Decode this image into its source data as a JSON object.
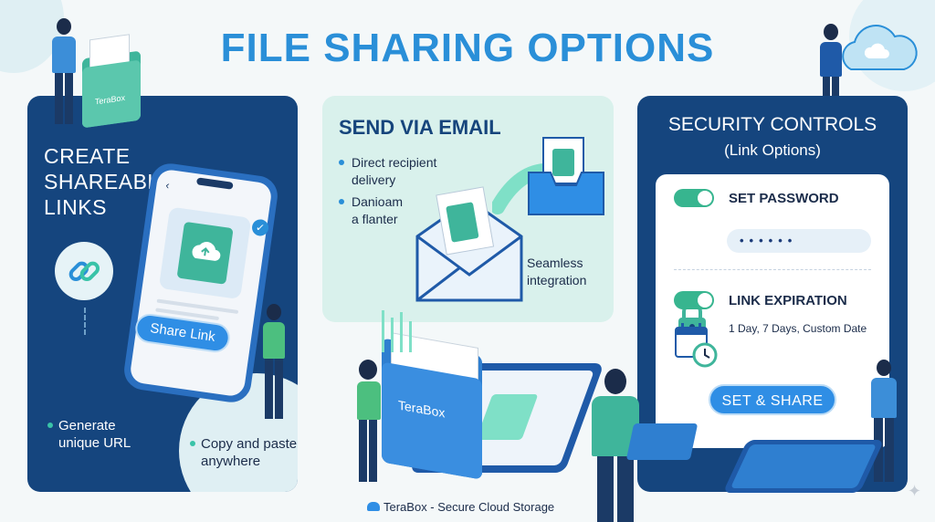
{
  "title": "FILE SHARING OPTIONS",
  "left_card": {
    "heading_line1": "CREATE",
    "heading_line2": "SHAREABLE",
    "heading_line3": "LINKS",
    "share_button": "Share Link",
    "bullet1_line1": "Generate",
    "bullet1_line2": "unique URL",
    "bullet2_line1": "Copy and paste",
    "bullet2_line2": "anywhere"
  },
  "middle_card": {
    "heading": "SEND VIA EMAIL",
    "bullet1_line1": "Direct recipient",
    "bullet1_line2": "delivery",
    "bullet2_line1": "Danioam",
    "bullet2_line2": "a flanter",
    "bullet3_line1": "Seamless",
    "bullet3_line2": "integration"
  },
  "right_card": {
    "heading": "SECURITY CONTROLS",
    "subheading": "(Link Options)",
    "password_label": "SET PASSWORD",
    "password_value": "••••••",
    "expiration_label": "LINK EXPIRATION",
    "expiration_options": "1 Day, 7 Days, Custom Date",
    "share_button": "SET & SHARE"
  },
  "folder_brand": "TeraBox",
  "footer": "TeraBox - Secure Cloud Storage",
  "colors": {
    "title": "#2a8fd8",
    "navy": "#15457e",
    "mint": "#d9f1ec",
    "accent_green": "#37b58f",
    "button_blue": "#2f8ee5"
  }
}
